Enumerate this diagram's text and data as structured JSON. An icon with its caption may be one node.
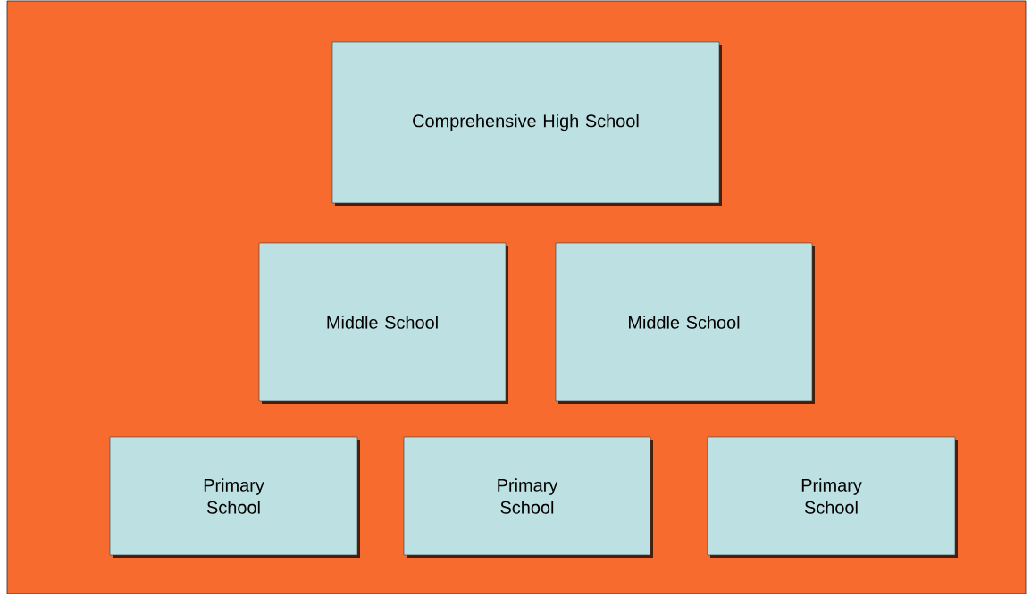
{
  "diagram": {
    "nodes": [
      {
        "text": [
          "Comprehensive High School"
        ]
      },
      {
        "text": [
          "Middle School"
        ]
      },
      {
        "text": [
          "Middle School"
        ]
      },
      {
        "text": [
          "Primary School"
        ]
      },
      {
        "text": [
          "Primary School"
        ]
      },
      {
        "text": [
          "Primary School"
        ]
      }
    ]
  }
}
